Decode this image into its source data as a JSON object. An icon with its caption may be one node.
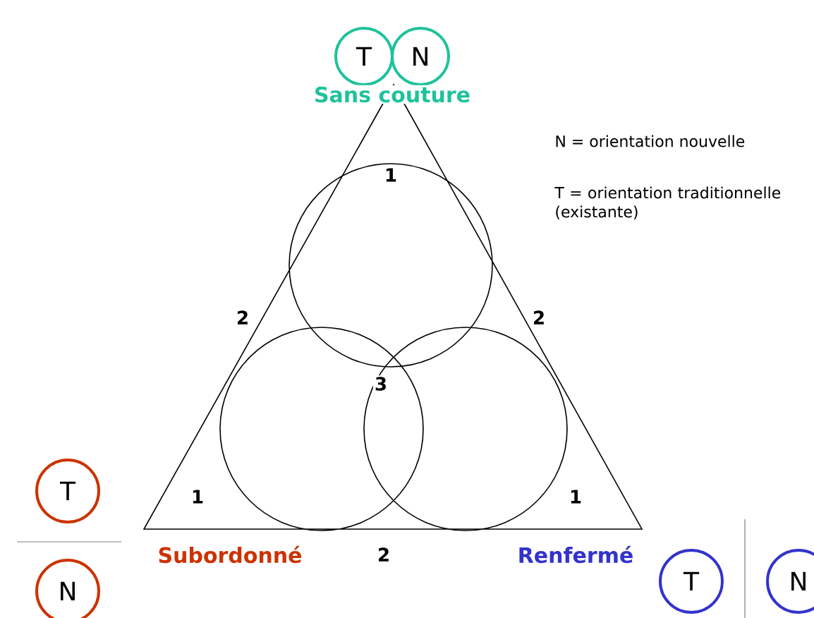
{
  "diagram": {
    "nodes": [
      {
        "text": [
          "T"
        ]
      },
      {
        "text": [
          "N"
        ]
      },
      {
        "text": [
          "T"
        ]
      },
      {
        "text": [
          "N"
        ]
      },
      {
        "text": [
          "T"
        ]
      },
      {
        "text": [
          "N"
        ]
      }
    ],
    "edges": [],
    "labels": [
      "Sans couture",
      "1",
      "N = orientation nouvelle",
      "T = orientation traditionnelle (existante)",
      "2",
      "2",
      "3",
      "1",
      "1",
      "Subordonné",
      "2",
      "Renfermé"
    ]
  }
}
